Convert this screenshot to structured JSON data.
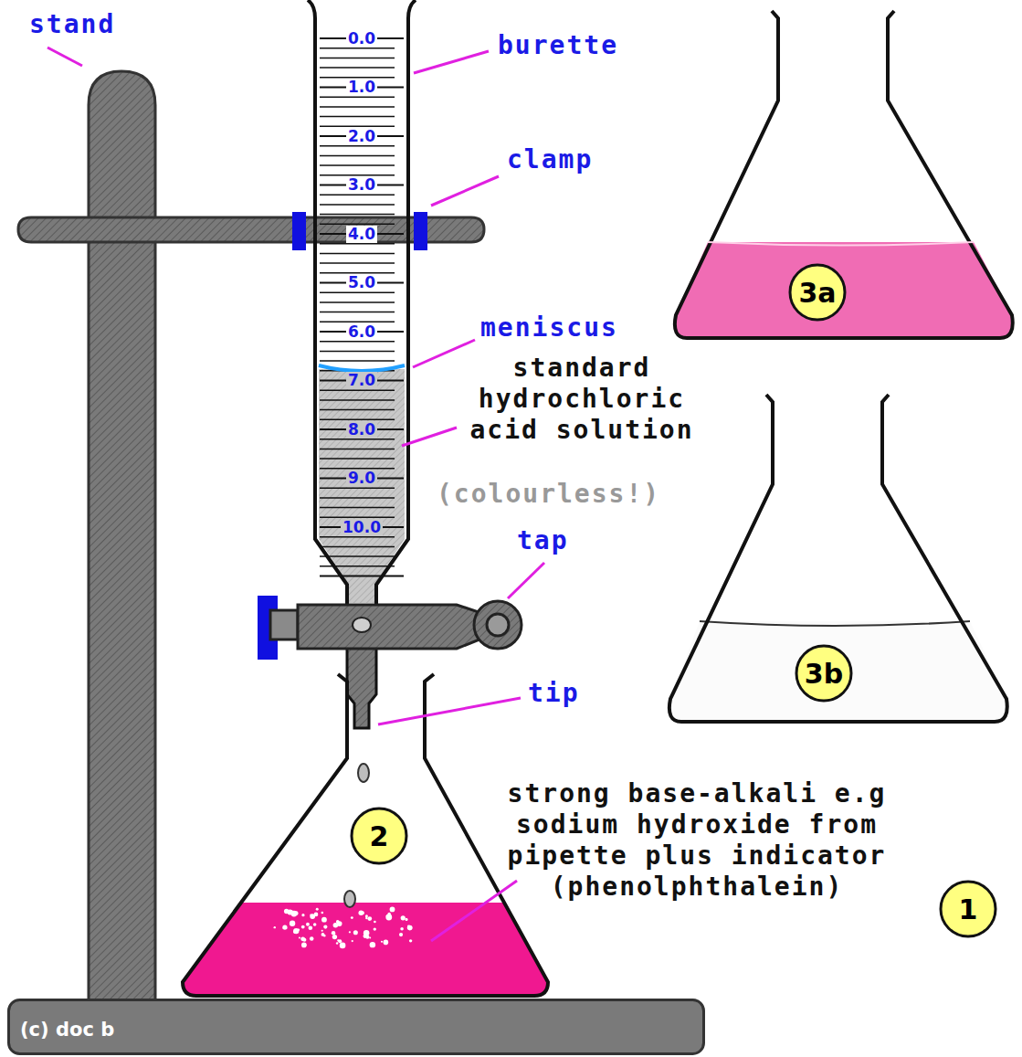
{
  "diagram": {
    "nodes": [
      {
        "text": [
          "3a"
        ]
      },
      {
        "text": [
          "3b"
        ]
      },
      {
        "text": [
          "2"
        ]
      },
      {
        "text": [
          "1"
        ]
      },
      {
        "text": [
          "(c) doc b"
        ]
      }
    ],
    "edges": [],
    "labels": [
      "stand",
      "burette",
      "clamp",
      "meniscus",
      "standard hydrochloric acid solution",
      "(colourless!)",
      "tap",
      "tip",
      "strong base-alkali e.g sodium hydroxide from pipette plus indicator (phenolphthalein)",
      "0.0",
      "1.0",
      "2.0",
      "3.0",
      "4.0",
      "5.0",
      "6.0",
      "7.0",
      "8.0",
      "9.0",
      "10.0"
    ]
  }
}
